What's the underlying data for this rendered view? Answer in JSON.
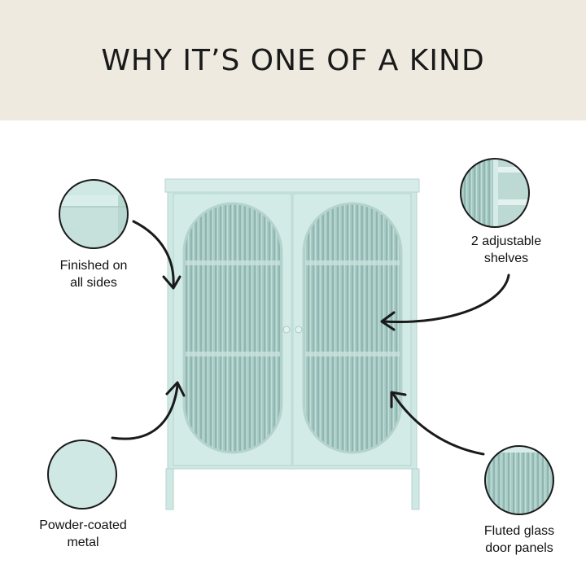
{
  "header": {
    "title": "WHY IT’S ONE OF A KIND"
  },
  "colors": {
    "cabinet": "#cfe8e3",
    "cabinet_shadow": "#b7d6d0",
    "glass": "#a9cbc6",
    "header_bg": "#eeeadf"
  },
  "features": [
    {
      "lines": [
        "Finished on",
        "all sides"
      ],
      "icon": "cabinet-corner-detail"
    },
    {
      "lines": [
        "2 adjustable",
        "shelves"
      ],
      "icon": "shelf-detail"
    },
    {
      "lines": [
        "Powder-coated",
        "metal"
      ],
      "icon": "color-swatch"
    },
    {
      "lines": [
        "Fluted glass",
        "door panels"
      ],
      "icon": "fluted-glass-detail"
    }
  ]
}
